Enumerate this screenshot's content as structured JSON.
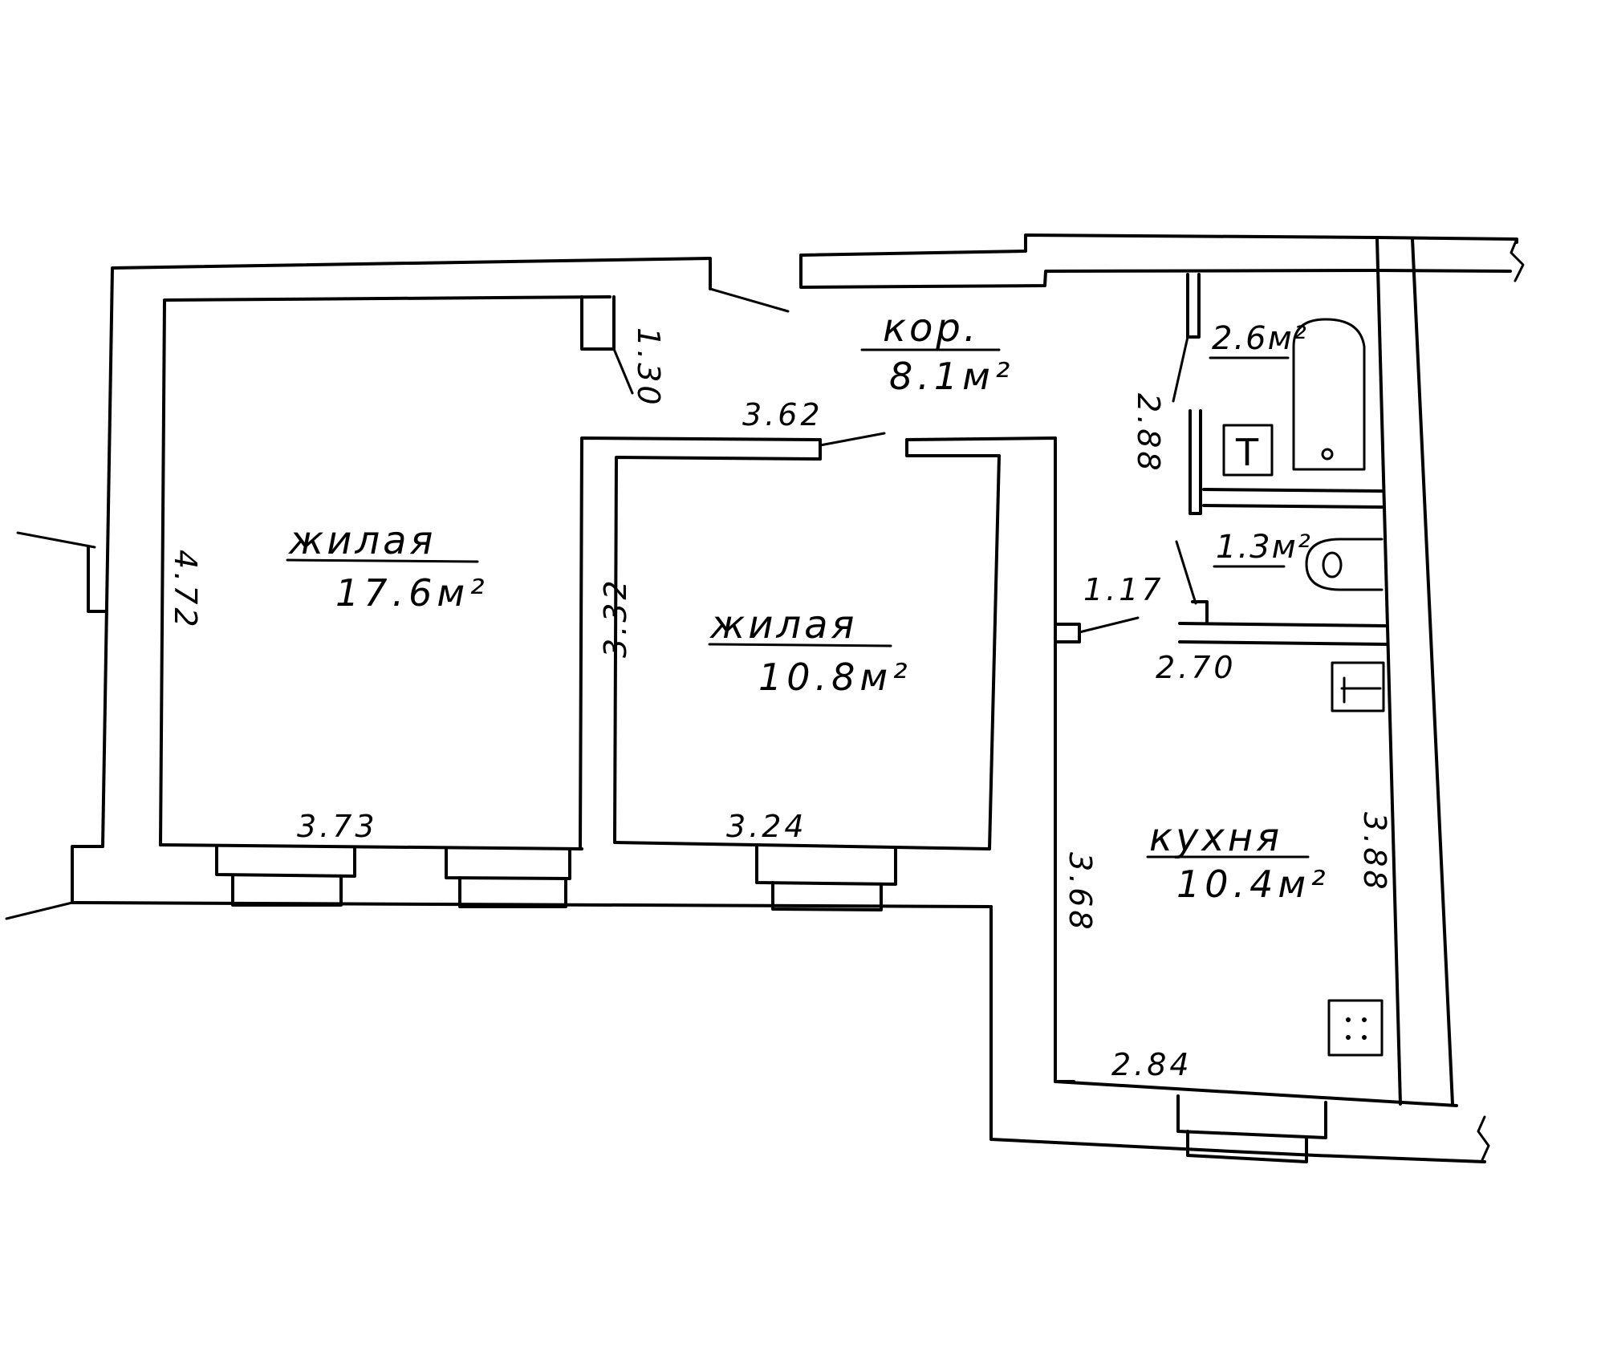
{
  "rooms": {
    "living_large": {
      "name": "жилая",
      "area": "17.6м²"
    },
    "living_small": {
      "name": "жилая",
      "area": "10.8м²"
    },
    "corridor": {
      "name": "кор.",
      "area": "8.1м²"
    },
    "bathroom": {
      "area": "2.6м²"
    },
    "wc": {
      "area": "1.3м²"
    },
    "kitchen": {
      "name": "кухня",
      "area": "10.4м²"
    }
  },
  "dimensions": {
    "d_130": "1.30",
    "d_362": "3.62",
    "d_472": "4.72",
    "d_373": "3.73",
    "d_332": "3.32",
    "d_324": "3.24",
    "d_288": "2.88",
    "d_117": "1.17",
    "d_270": "2.70",
    "d_368": "3.68",
    "d_388": "3.88",
    "d_284": "2.84"
  },
  "fixtures": {
    "water_heater_letter": "T"
  }
}
